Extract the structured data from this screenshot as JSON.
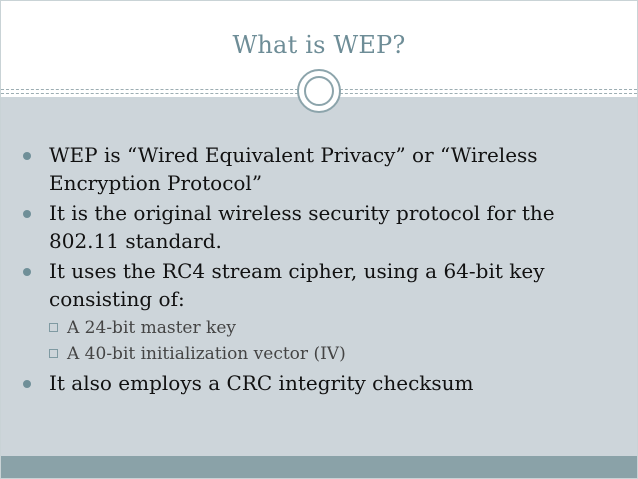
{
  "slide": {
    "title": "What is WEP?",
    "bullets": [
      {
        "text": "WEP is “Wired Equivalent Privacy” or “Wireless Encryption Protocol”"
      },
      {
        "text": "It is the original wireless security protocol for the 802.11 standard."
      },
      {
        "text": "It uses the RC4 stream cipher, using a 64-bit key consisting of:",
        "subitems": [
          "A 24-bit master key",
          "A 40-bit initialization vector (IV)"
        ]
      },
      {
        "text": "It also employs a CRC integrity checksum"
      }
    ]
  },
  "colors": {
    "title": "#6e8d97",
    "content_bg": "#cdd5da",
    "footer_band": "#8aa2a8",
    "bullet_marker": "#6f8f98"
  }
}
